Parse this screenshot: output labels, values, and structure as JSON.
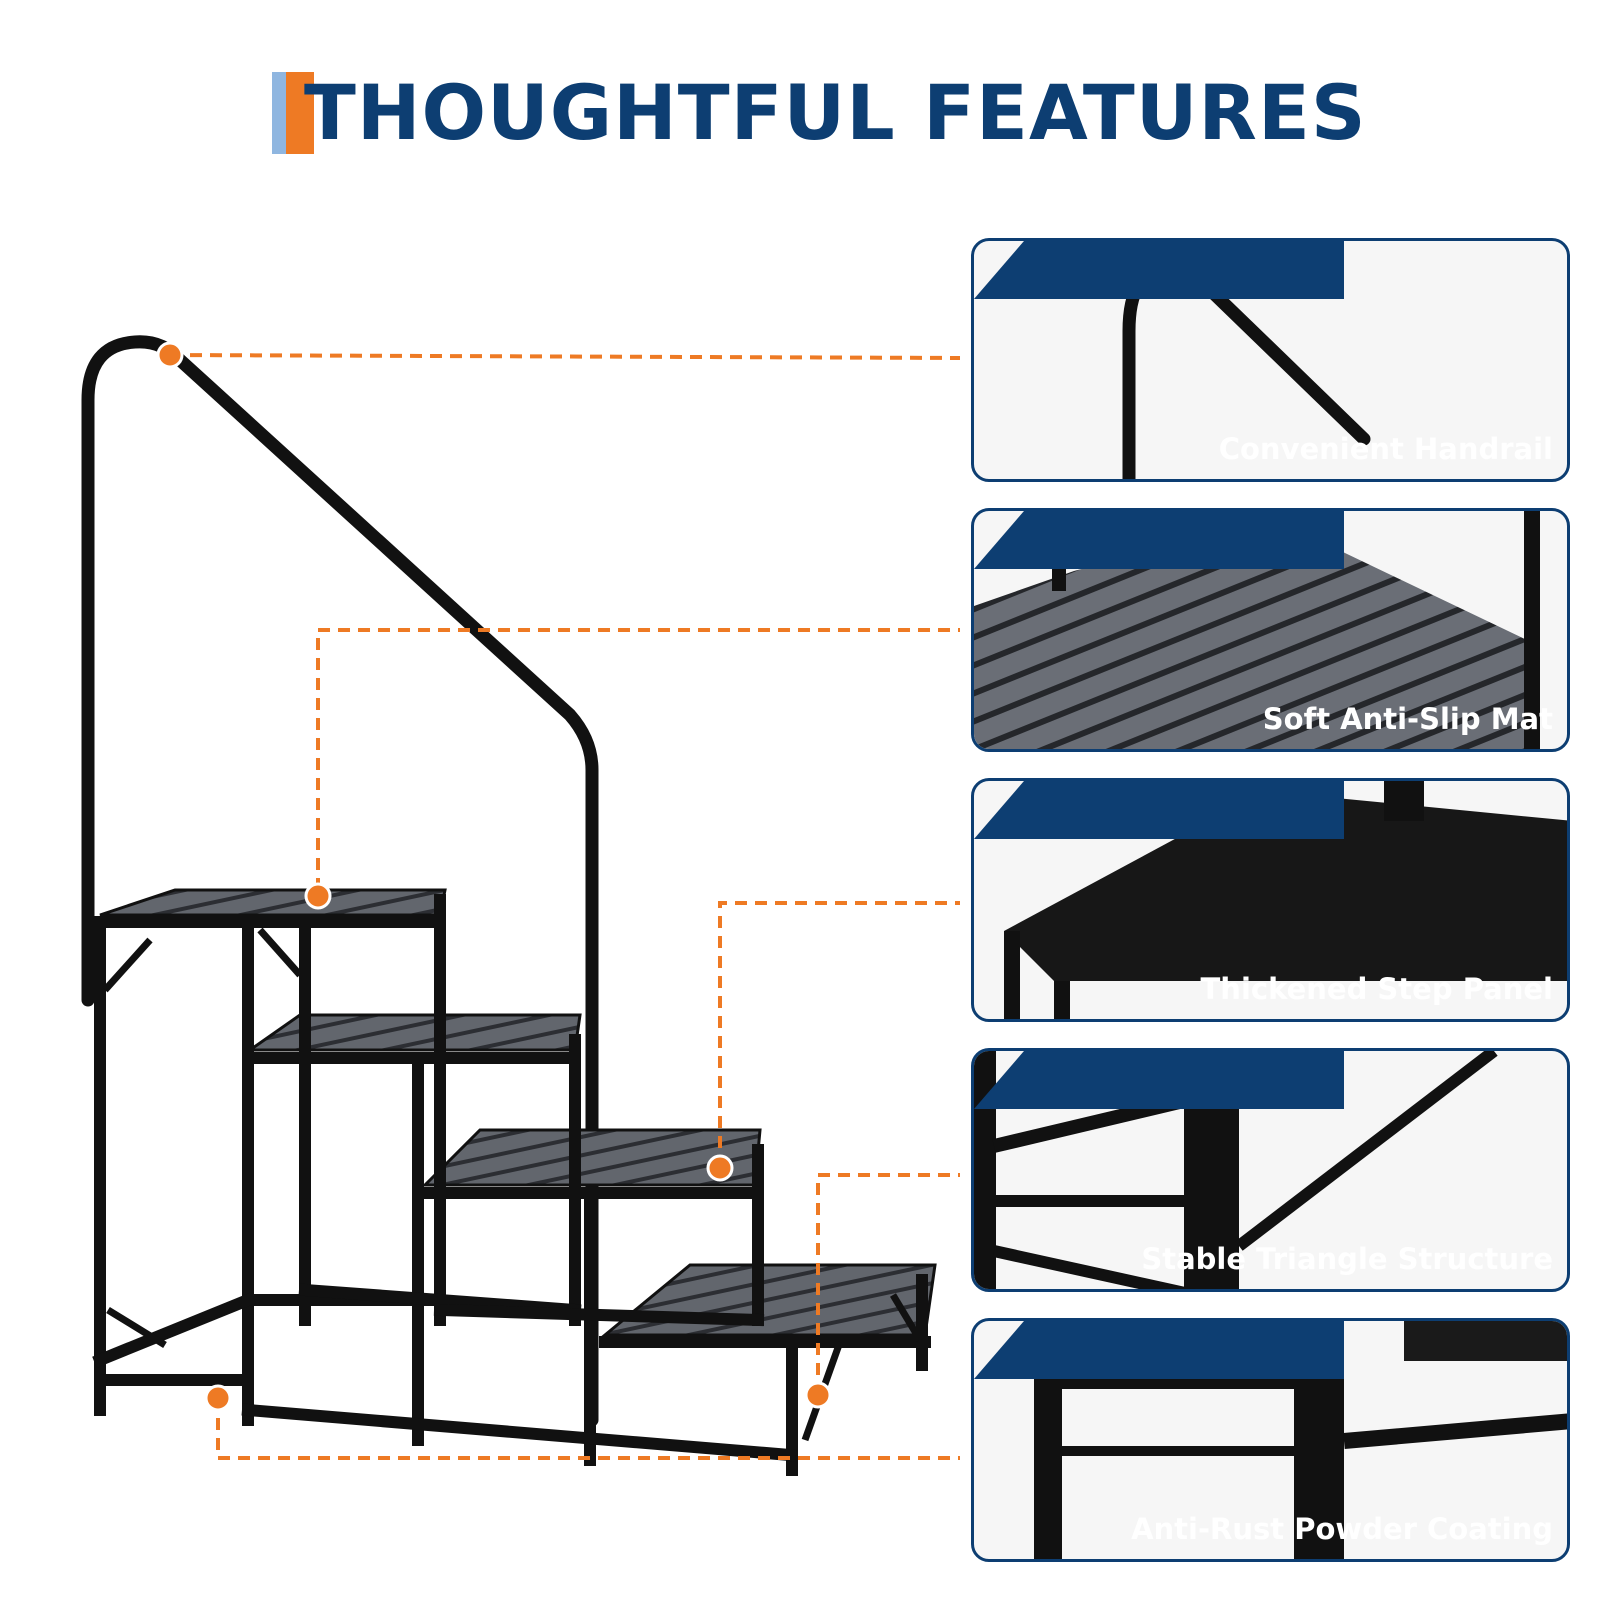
{
  "header": {
    "title": "THOUGHTFUL FEATURES"
  },
  "colors": {
    "title": "#0d3e72",
    "accent_orange": "#ee7a24",
    "accent_blue": "#8fb6e0",
    "panel_border": "#0d3e72",
    "frame_black": "#111111",
    "mat_grey": "#5d6168"
  },
  "features": [
    {
      "label": "Convenient Handrail"
    },
    {
      "label": "Soft Anti-Slip Mat"
    },
    {
      "label": "Thickened Step Panel"
    },
    {
      "label": "Stable Triangle Structure"
    },
    {
      "label": "Anti-Rust Powder Coating"
    }
  ]
}
